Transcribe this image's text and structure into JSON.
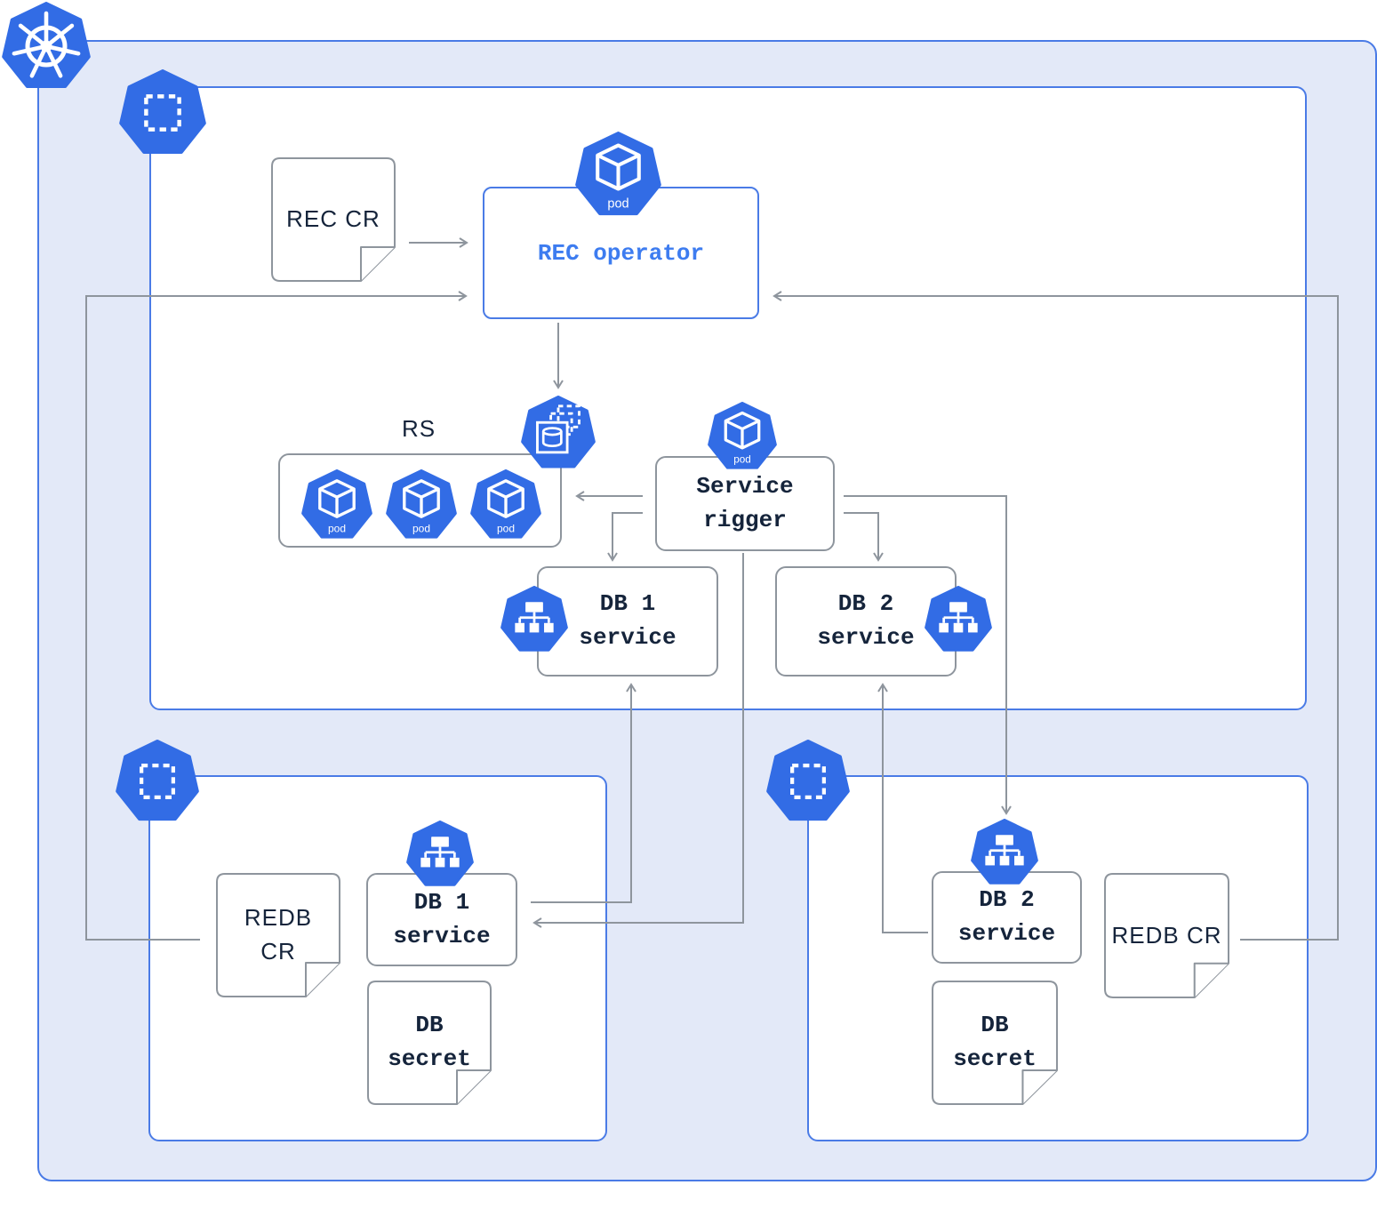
{
  "colors": {
    "kubernetes_blue": "#326CE5",
    "border_blue": "#4A7BE6",
    "cluster_fill": "#E3E9F8",
    "box_border_gray": "#8E959D",
    "wire_gray": "#8E959D",
    "text_dark": "#15243B",
    "text_blue": "#3D7CF0",
    "background": "#FFFFFF"
  },
  "icons": {
    "kubernetes_logo": "kubernetes-wheel",
    "namespace": "heptagon-dashed-square",
    "pod": "heptagon-cube",
    "replicaset": "heptagon-stacked-cylinder",
    "service": "heptagon-network-tree"
  },
  "nodes": {
    "rec_cr": "REC CR",
    "rec_operator": "REC operator",
    "rs": "RS",
    "pod": "pod",
    "service_rigger": "Service rigger",
    "db1_service": "DB 1 service",
    "db2_service": "DB 2 service",
    "redb_cr": "REDB CR",
    "db_secret": "DB secret"
  }
}
